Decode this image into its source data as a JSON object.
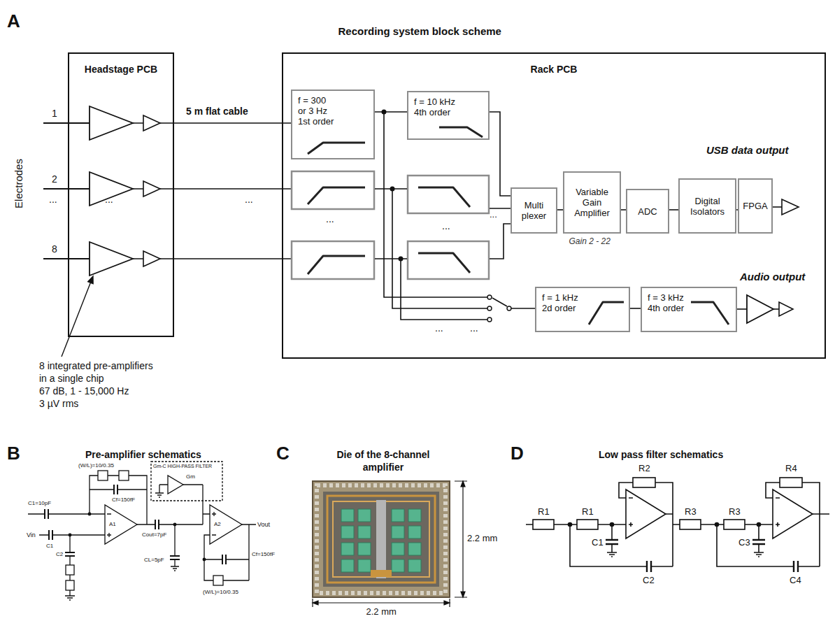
{
  "diagram": {
    "title": "Recording system block scheme",
    "nodes": [
      {
        "text": [
          "Headstage PCB"
        ]
      },
      {
        "text": [
          "Rack PCB"
        ]
      },
      {
        "text": [
          "f = 300 or 3 Hz 1st order"
        ],
        "in": 1
      },
      {
        "text": [
          "f = 10 kHz 4th order"
        ],
        "in": 1
      },
      {
        "text": [
          "Multi plexer"
        ],
        "in": 1
      },
      {
        "text": [
          "Variable Gain Amplifier"
        ],
        "in": 1
      },
      {
        "text": [
          "ADC"
        ],
        "in": 1
      },
      {
        "text": [
          "Digital Isolators"
        ],
        "in": 1
      },
      {
        "text": [
          "FPGA"
        ],
        "in": 1
      },
      {
        "text": [
          "f = 1 kHz 2d order"
        ],
        "in": 1
      },
      {
        "text": [
          "f = 3 kHz 4th order"
        ],
        "in": 1
      }
    ],
    "edges": [
      {
        "from": 2,
        "to": 3,
        "arrow": "none"
      },
      {
        "from": 3,
        "to": 4,
        "arrow": "none"
      },
      {
        "from": 4,
        "to": 5,
        "arrow": "none"
      },
      {
        "from": 5,
        "to": 6,
        "arrow": "none"
      },
      {
        "from": 6,
        "to": 7,
        "arrow": "none"
      },
      {
        "from": 7,
        "to": 8,
        "arrow": "none"
      },
      {
        "from": 9,
        "to": 10,
        "arrow": "none"
      }
    ],
    "labels": [
      "A",
      "Electrodes",
      "1",
      "2",
      "...",
      "8",
      "...",
      "5 m flat cable",
      "...",
      "...",
      "...",
      "...",
      "...",
      "...",
      "Gain 2 - 22",
      "USB data output",
      "Audio output",
      "8 integrated pre-amplifiers in a single chip",
      "67 dB, 1 - 15,000 Hz",
      "3 µV rms",
      "B",
      "Pre-amplifier schematics",
      "C",
      "Die of the 8-channel amplifier",
      "2.2 mm",
      "2.2 mm",
      "D",
      "Low pass filter schematics",
      "R1",
      "R1",
      "R2",
      "C1",
      "C2",
      "R3",
      "R3",
      "R4",
      "C3",
      "C4",
      "C1=10pF",
      "(W/L)=10/0.35",
      "Gm-C HIGH-PASS FILTER",
      "Cf=150fF",
      "Cout=7pF",
      "Vin",
      "C1",
      "C2",
      "A1",
      "A2",
      "Vout",
      "Cf=150fF",
      "CL=5pF",
      "(W/L)=10/0.35",
      "Gm"
    ]
  }
}
